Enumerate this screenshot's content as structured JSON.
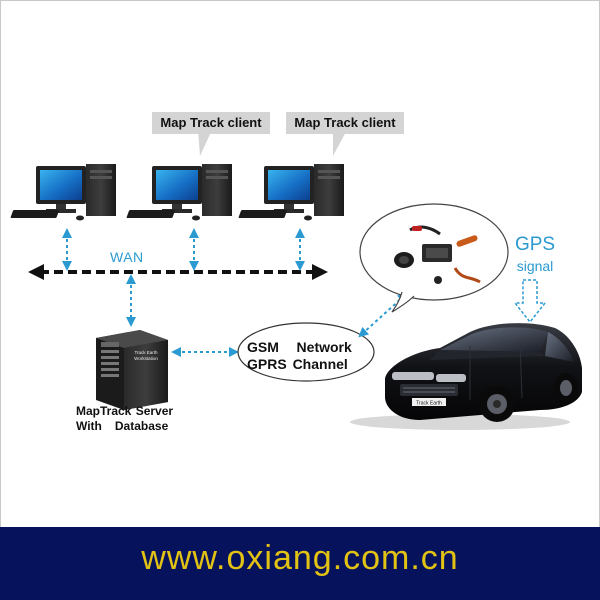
{
  "clients": {
    "label_1": "Map Track client",
    "label_2": "Map Track client"
  },
  "network": {
    "wan_label": "WAN",
    "gsm_text": "GSM   Network\nGPRS Channel"
  },
  "server": {
    "label": "MapTrack Server\nWith   Database",
    "screen_text": "Track Earth\nWorkstation"
  },
  "gps": {
    "label": "GPS",
    "sub_label": "signal"
  },
  "car": {
    "plate_text": "Track Earth"
  },
  "footer": {
    "url": "www.oxiang.com.cn"
  },
  "colors": {
    "accent_blue": "#2b9ad0",
    "footer_bg": "#07125c",
    "footer_text": "#e2c213",
    "car_body": "#0d0d0f"
  },
  "icons": [
    "computer-icon",
    "server-icon",
    "car-icon",
    "gps-device-icon",
    "arrow-icon"
  ]
}
